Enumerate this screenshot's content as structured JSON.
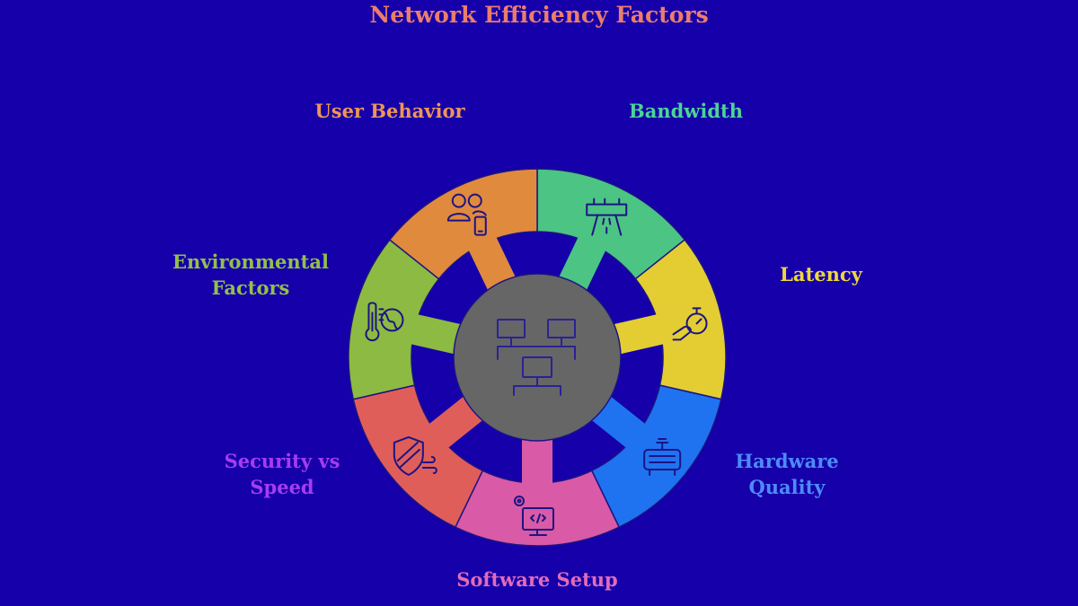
{
  "title": "Network Efficiency Factors",
  "colors": {
    "background": "#1500aa",
    "title": "#ec7d6b",
    "hub": "#666666",
    "icon_stroke": "#1c1484",
    "hub_icon_stroke": "#2a2296"
  },
  "segments": [
    {
      "id": "bandwidth",
      "label_lines": [
        "Bandwidth"
      ],
      "color": "#4cc483",
      "label_color": "#4cd494",
      "icon": "highway-icon"
    },
    {
      "id": "latency",
      "label_lines": [
        "Latency"
      ],
      "color": "#e3cd33",
      "label_color": "#eed83a",
      "icon": "stopwatch-icon"
    },
    {
      "id": "hardware-quality",
      "label_lines": [
        "Hardware",
        "Quality"
      ],
      "color": "#1f73f0",
      "label_color": "#4f8af7",
      "icon": "router-icon"
    },
    {
      "id": "software-setup",
      "label_lines": [
        "Software Setup"
      ],
      "color": "#d95aa6",
      "label_color": "#e36bb8",
      "icon": "code-monitor-icon"
    },
    {
      "id": "security-vs-speed",
      "label_lines": [
        "Security vs",
        "Speed"
      ],
      "color": "#e05e5a",
      "label_color": "#a53cf0",
      "icon": "shield-speed-icon"
    },
    {
      "id": "environmental-factors",
      "label_lines": [
        "Environmental",
        "Factors"
      ],
      "color": "#8dba42",
      "label_color": "#93c04a",
      "icon": "thermometer-globe-icon"
    },
    {
      "id": "user-behavior",
      "label_lines": [
        "User Behavior"
      ],
      "color": "#e08a3e",
      "label_color": "#ee9556",
      "icon": "users-phone-icon"
    }
  ],
  "hub": {
    "icon": "network-computers-icon"
  }
}
